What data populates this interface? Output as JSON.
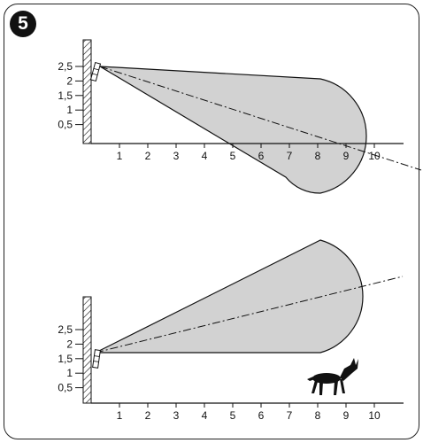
{
  "figure": {
    "number": "5"
  },
  "y_tick_labels": [
    "2,5",
    "2",
    "1,5",
    "1",
    "0,5"
  ],
  "x_tick_labels": [
    "1",
    "2",
    "3",
    "4",
    "5",
    "6",
    "7",
    "8",
    "9",
    "10"
  ],
  "colors": {
    "line": "#111111",
    "zone_fill": "#d2d2d2",
    "badge": "#111111"
  },
  "diagrams": [
    {
      "id": "top",
      "sensor_height": 2.5,
      "zone_shape": "teardrop-tilted-down",
      "axis_line": "dash-dot",
      "subject": null
    },
    {
      "id": "bottom",
      "sensor_height": 1.5,
      "zone_shape": "teardrop-tilted-up",
      "axis_line": "dash-dot",
      "subject": "dog-icon"
    }
  ]
}
